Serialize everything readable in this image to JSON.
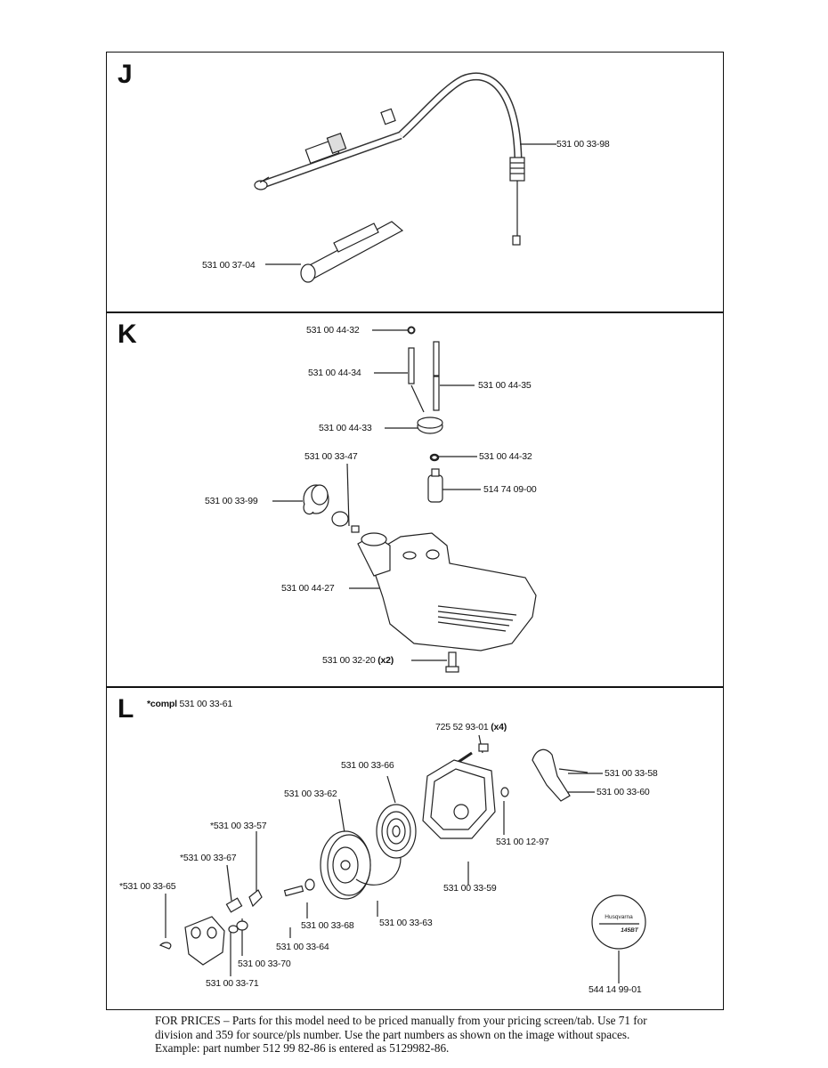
{
  "sections": {
    "J": {
      "letter": "J",
      "labels": [
        "531 00 33-98",
        "531 00 37-04"
      ]
    },
    "K": {
      "letter": "K",
      "labels": [
        "531 00 44-32",
        "531 00 44-34",
        "531 00 44-35",
        "531 00 44-33",
        "531 00 33-47",
        "531 00 44-32",
        "531 00 33-99",
        "514 74 09-00",
        "531 00 44-27",
        "531 00 32-20"
      ],
      "qty_x2": "(x2)"
    },
    "L": {
      "letter": "L",
      "kit_prefix": "*compl",
      "kit_number": "531 00 33-61",
      "labels": [
        "725 52 93-01",
        "531 00 33-66",
        "531 00 33-58",
        "531 00 33-62",
        "531 00 33-60",
        "*531 00 33-57",
        "531 00 12-97",
        "*531 00 33-67",
        "531 00 33-59",
        "*531 00 33-65",
        "531 00 33-68",
        "531 00 33-63",
        "531 00 33-64",
        "531 00 33-70",
        "531 00 33-71",
        "544 14 99-01"
      ],
      "qty_x4": "(x4)",
      "decal_brand": "Husqvarna",
      "decal_model": "145BT"
    }
  },
  "footer": {
    "line1": "FOR PRICES – Parts for this model need to be priced manually from your pricing screen/tab.  Use 71 for",
    "line2": "division and 359 for source/pls number.  Use the part numbers as shown on the image without spaces.",
    "line3": "Example: part number 512 99 82-86 is entered as 5129982-86."
  }
}
